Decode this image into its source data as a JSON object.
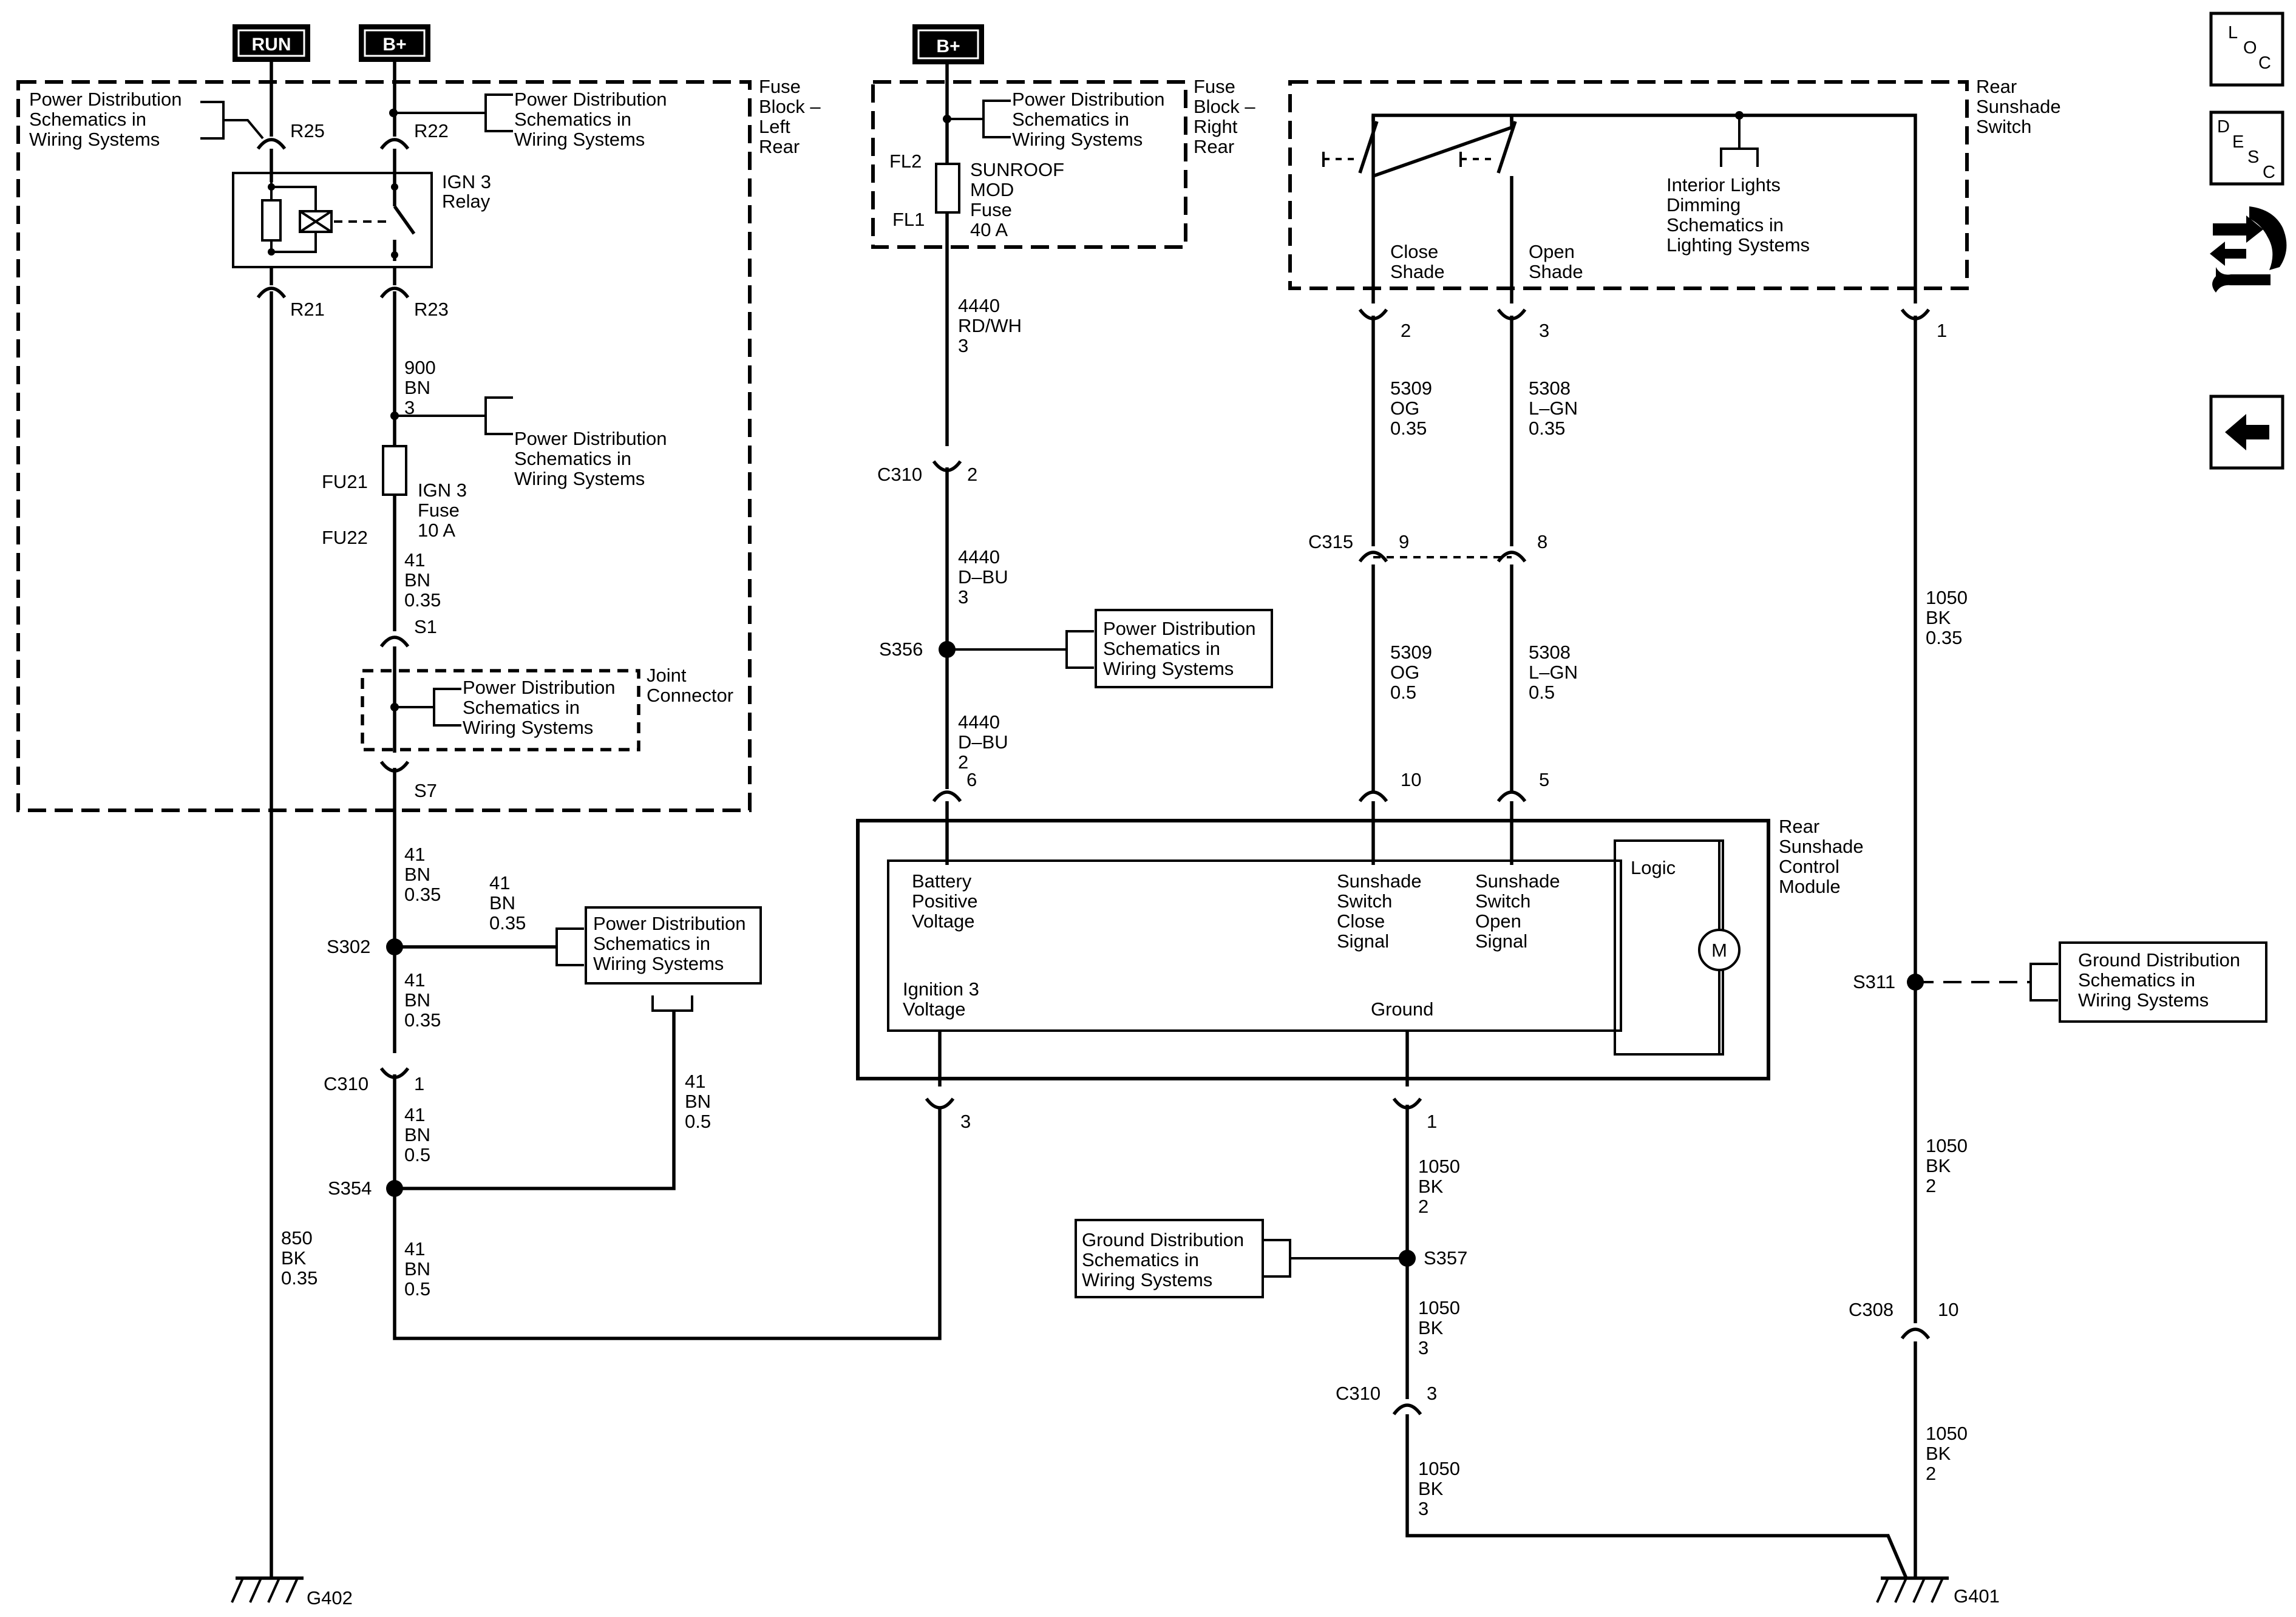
{
  "sources": {
    "run": "RUN",
    "bplus_left": "B+",
    "bplus_mid": "B+"
  },
  "references": {
    "power_dist": [
      "Power Distribution",
      "Schematics in",
      "Wiring Systems"
    ],
    "ground_dist": [
      "Ground Distribution",
      "Schematics in",
      "Wiring Systems"
    ],
    "interior_lights": [
      "Interior Lights",
      "Dimming",
      "Schematics in",
      "Lighting Systems"
    ]
  },
  "fuse_block_left": {
    "label": [
      "Fuse",
      "Block –",
      "Left",
      "Rear"
    ],
    "terminals": {
      "r25": "R25",
      "r22": "R22",
      "r21": "R21",
      "r23": "R23"
    },
    "relay": [
      "IGN 3",
      "Relay"
    ],
    "fuse": [
      "IGN 3",
      "Fuse",
      "10 A"
    ],
    "fu21": "FU21",
    "fu22": "FU22",
    "wire_900": [
      "900",
      "BN",
      "3"
    ],
    "wire_41_035": [
      "41",
      "BN",
      "0.35"
    ],
    "s1": "S1",
    "s7": "S7",
    "joint_connector": [
      "Joint",
      "Connector"
    ]
  },
  "fuse_block_right": {
    "label": [
      "Fuse",
      "Block –",
      "Right",
      "Rear"
    ],
    "fl2": "FL2",
    "fl1": "FL1",
    "fuse": [
      "SUNROOF",
      "MOD",
      "Fuse",
      "40 A"
    ]
  },
  "switch": {
    "label": [
      "Rear",
      "Sunshade",
      "Switch"
    ],
    "close": [
      "Close",
      "Shade"
    ],
    "open": [
      "Open",
      "Shade"
    ],
    "pin_close": "2",
    "pin_open": "3",
    "pin_ground": "1"
  },
  "module": {
    "label": [
      "Rear",
      "Sunshade",
      "Control",
      "Module"
    ],
    "battery": [
      "Battery",
      "Positive",
      "Voltage"
    ],
    "close_signal": [
      "Sunshade",
      "Switch",
      "Close",
      "Signal"
    ],
    "open_signal": [
      "Sunshade",
      "Switch",
      "Open",
      "Signal"
    ],
    "logic": "Logic",
    "motor": "M",
    "ignition": [
      "Ignition 3",
      "Voltage"
    ],
    "ground": "Ground",
    "pin_batt": "6",
    "pin_close": "10",
    "pin_open": "5",
    "pin_ign": "3",
    "pin_gnd": "1"
  },
  "wires": {
    "w4440_rdwh": [
      "4440",
      "RD/WH",
      "3"
    ],
    "w4440_dbu3": [
      "4440",
      "D–BU",
      "3"
    ],
    "w4440_dbu2": [
      "4440",
      "D–BU",
      "2"
    ],
    "w5309_035": [
      "5309",
      "OG",
      "0.35"
    ],
    "w5308_035": [
      "5308",
      "L–GN",
      "0.35"
    ],
    "w5309_05": [
      "5309",
      "OG",
      "0.5"
    ],
    "w5308_05": [
      "5308",
      "L–GN",
      "0.5"
    ],
    "w1050_035": [
      "1050",
      "BK",
      "0.35"
    ],
    "w1050_2": [
      "1050",
      "BK",
      "2"
    ],
    "w1050_3": [
      "1050",
      "BK",
      "3"
    ],
    "w41_035": [
      "41",
      "BN",
      "0.35"
    ],
    "w41_05": [
      "41",
      "BN",
      "0.5"
    ],
    "w850": [
      "850",
      "BK",
      "0.35"
    ]
  },
  "connectors": {
    "c310": "C310",
    "c315": "C315",
    "c308": "C308",
    "c310_pin2": "2",
    "c310_pin1": "1",
    "c310_pin3": "3",
    "c315_pin9": "9",
    "c315_pin8": "8",
    "c308_pin10": "10"
  },
  "splices": {
    "s302": "S302",
    "s354": "S354",
    "s356": "S356",
    "s357": "S357",
    "s311": "S311"
  },
  "grounds": {
    "g402": "G402",
    "g401": "G401"
  },
  "nav": {
    "loc": [
      "L",
      "O",
      "C"
    ],
    "desc": [
      "D",
      "E",
      "S",
      "C"
    ]
  }
}
